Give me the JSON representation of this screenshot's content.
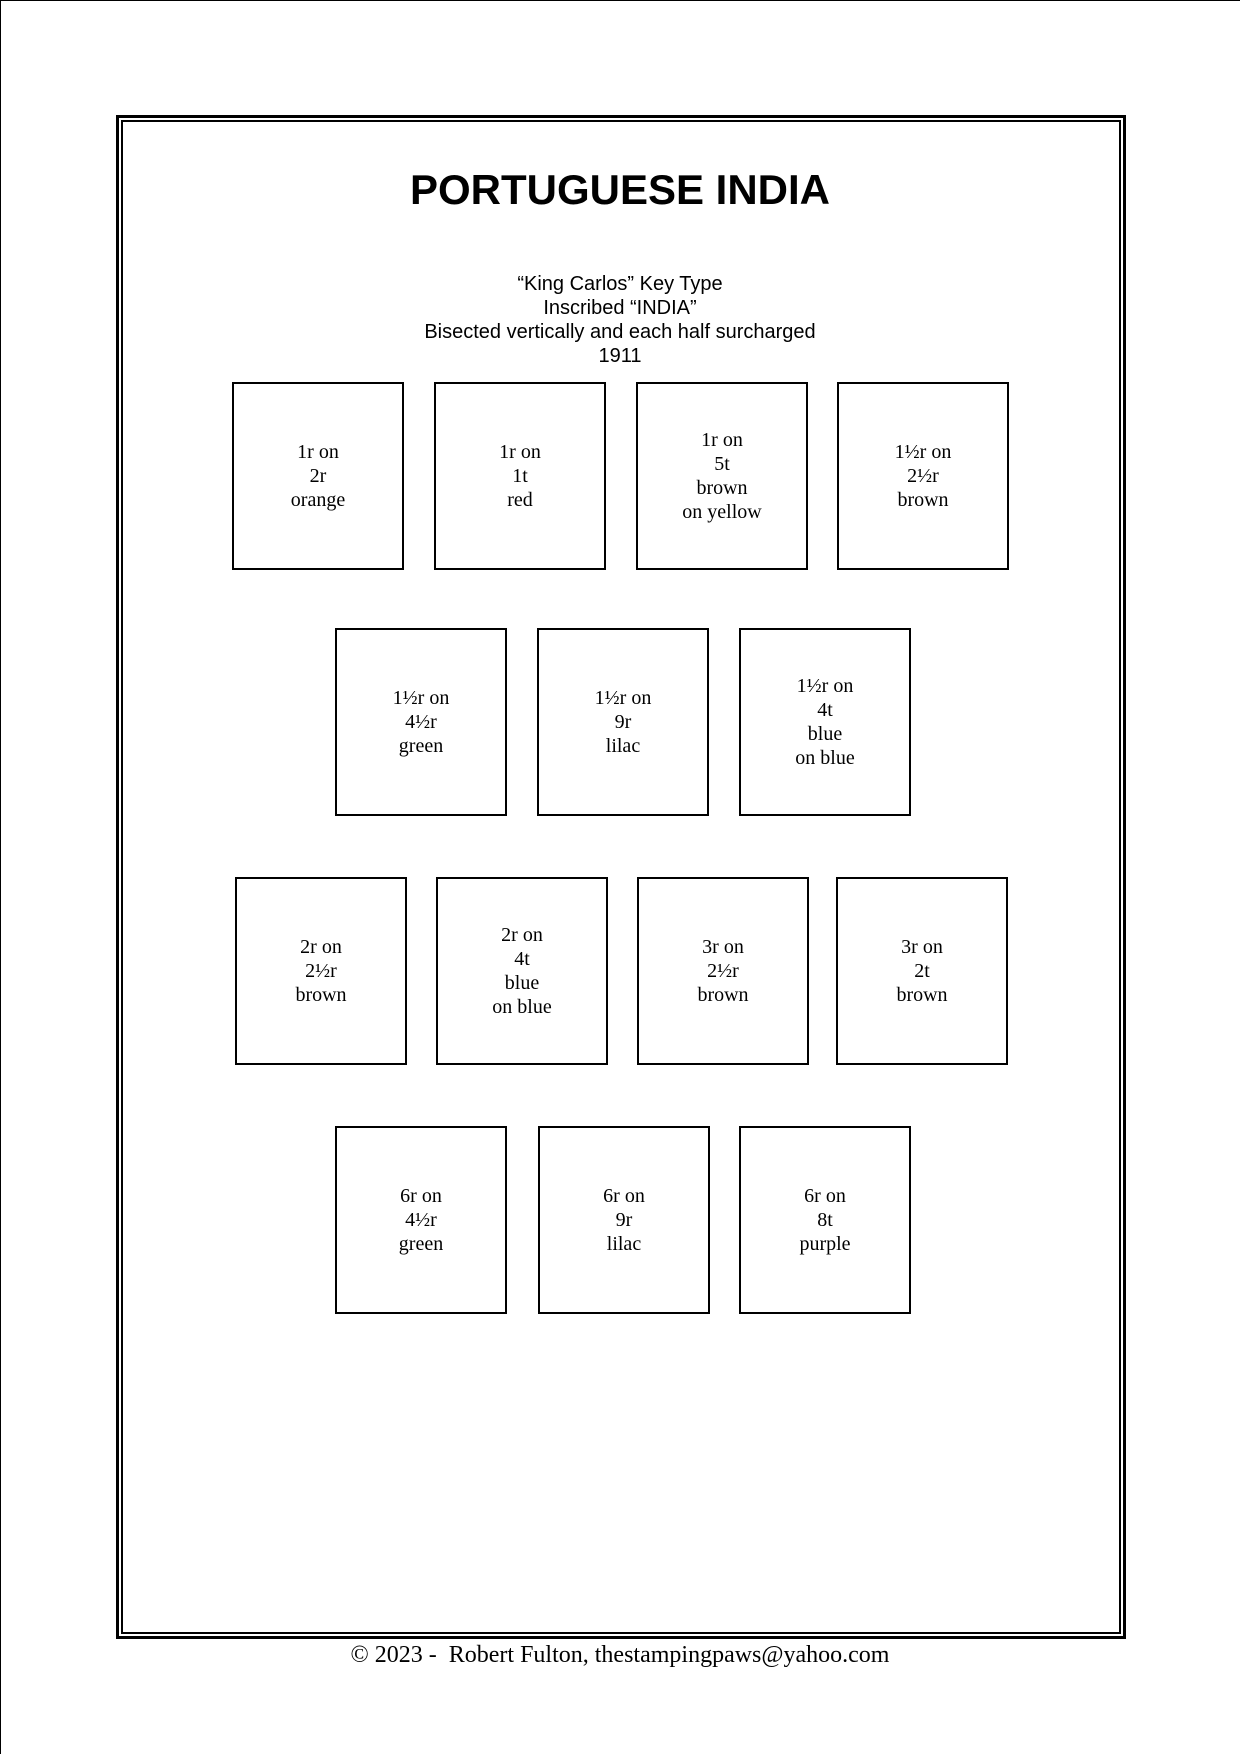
{
  "page": {
    "title": "PORTUGUESE INDIA",
    "subtitle": [
      "“King Carlos” Key Type",
      "Inscribed “INDIA”",
      "Bisected vertically and each half surcharged",
      "1911"
    ],
    "footer": "© 2023 -  Robert Fulton, thestampingpaws@yahoo.com"
  },
  "stamps": [
    {
      "lines": [
        "1r on",
        "2r",
        "orange"
      ]
    },
    {
      "lines": [
        "1r on",
        "1t",
        "red"
      ]
    },
    {
      "lines": [
        "1r on",
        "5t",
        "brown",
        "on yellow"
      ]
    },
    {
      "lines": [
        "1½r on",
        "2½r",
        "brown"
      ]
    },
    {
      "lines": [
        "1½r on",
        "4½r",
        "green"
      ]
    },
    {
      "lines": [
        "1½r on",
        "9r",
        "lilac"
      ]
    },
    {
      "lines": [
        "1½r on",
        "4t",
        "blue",
        "on blue"
      ]
    },
    {
      "lines": [
        "2r on",
        "2½r",
        "brown"
      ]
    },
    {
      "lines": [
        "2r on",
        "4t",
        "blue",
        "on blue"
      ]
    },
    {
      "lines": [
        "3r on",
        "2½r",
        "brown"
      ]
    },
    {
      "lines": [
        "3r on",
        "2t",
        "brown"
      ]
    },
    {
      "lines": [
        "6r on",
        "4½r",
        "green"
      ]
    },
    {
      "lines": [
        "6r on",
        "9r",
        "lilac"
      ]
    },
    {
      "lines": [
        "6r on",
        "8t",
        "purple"
      ]
    }
  ]
}
